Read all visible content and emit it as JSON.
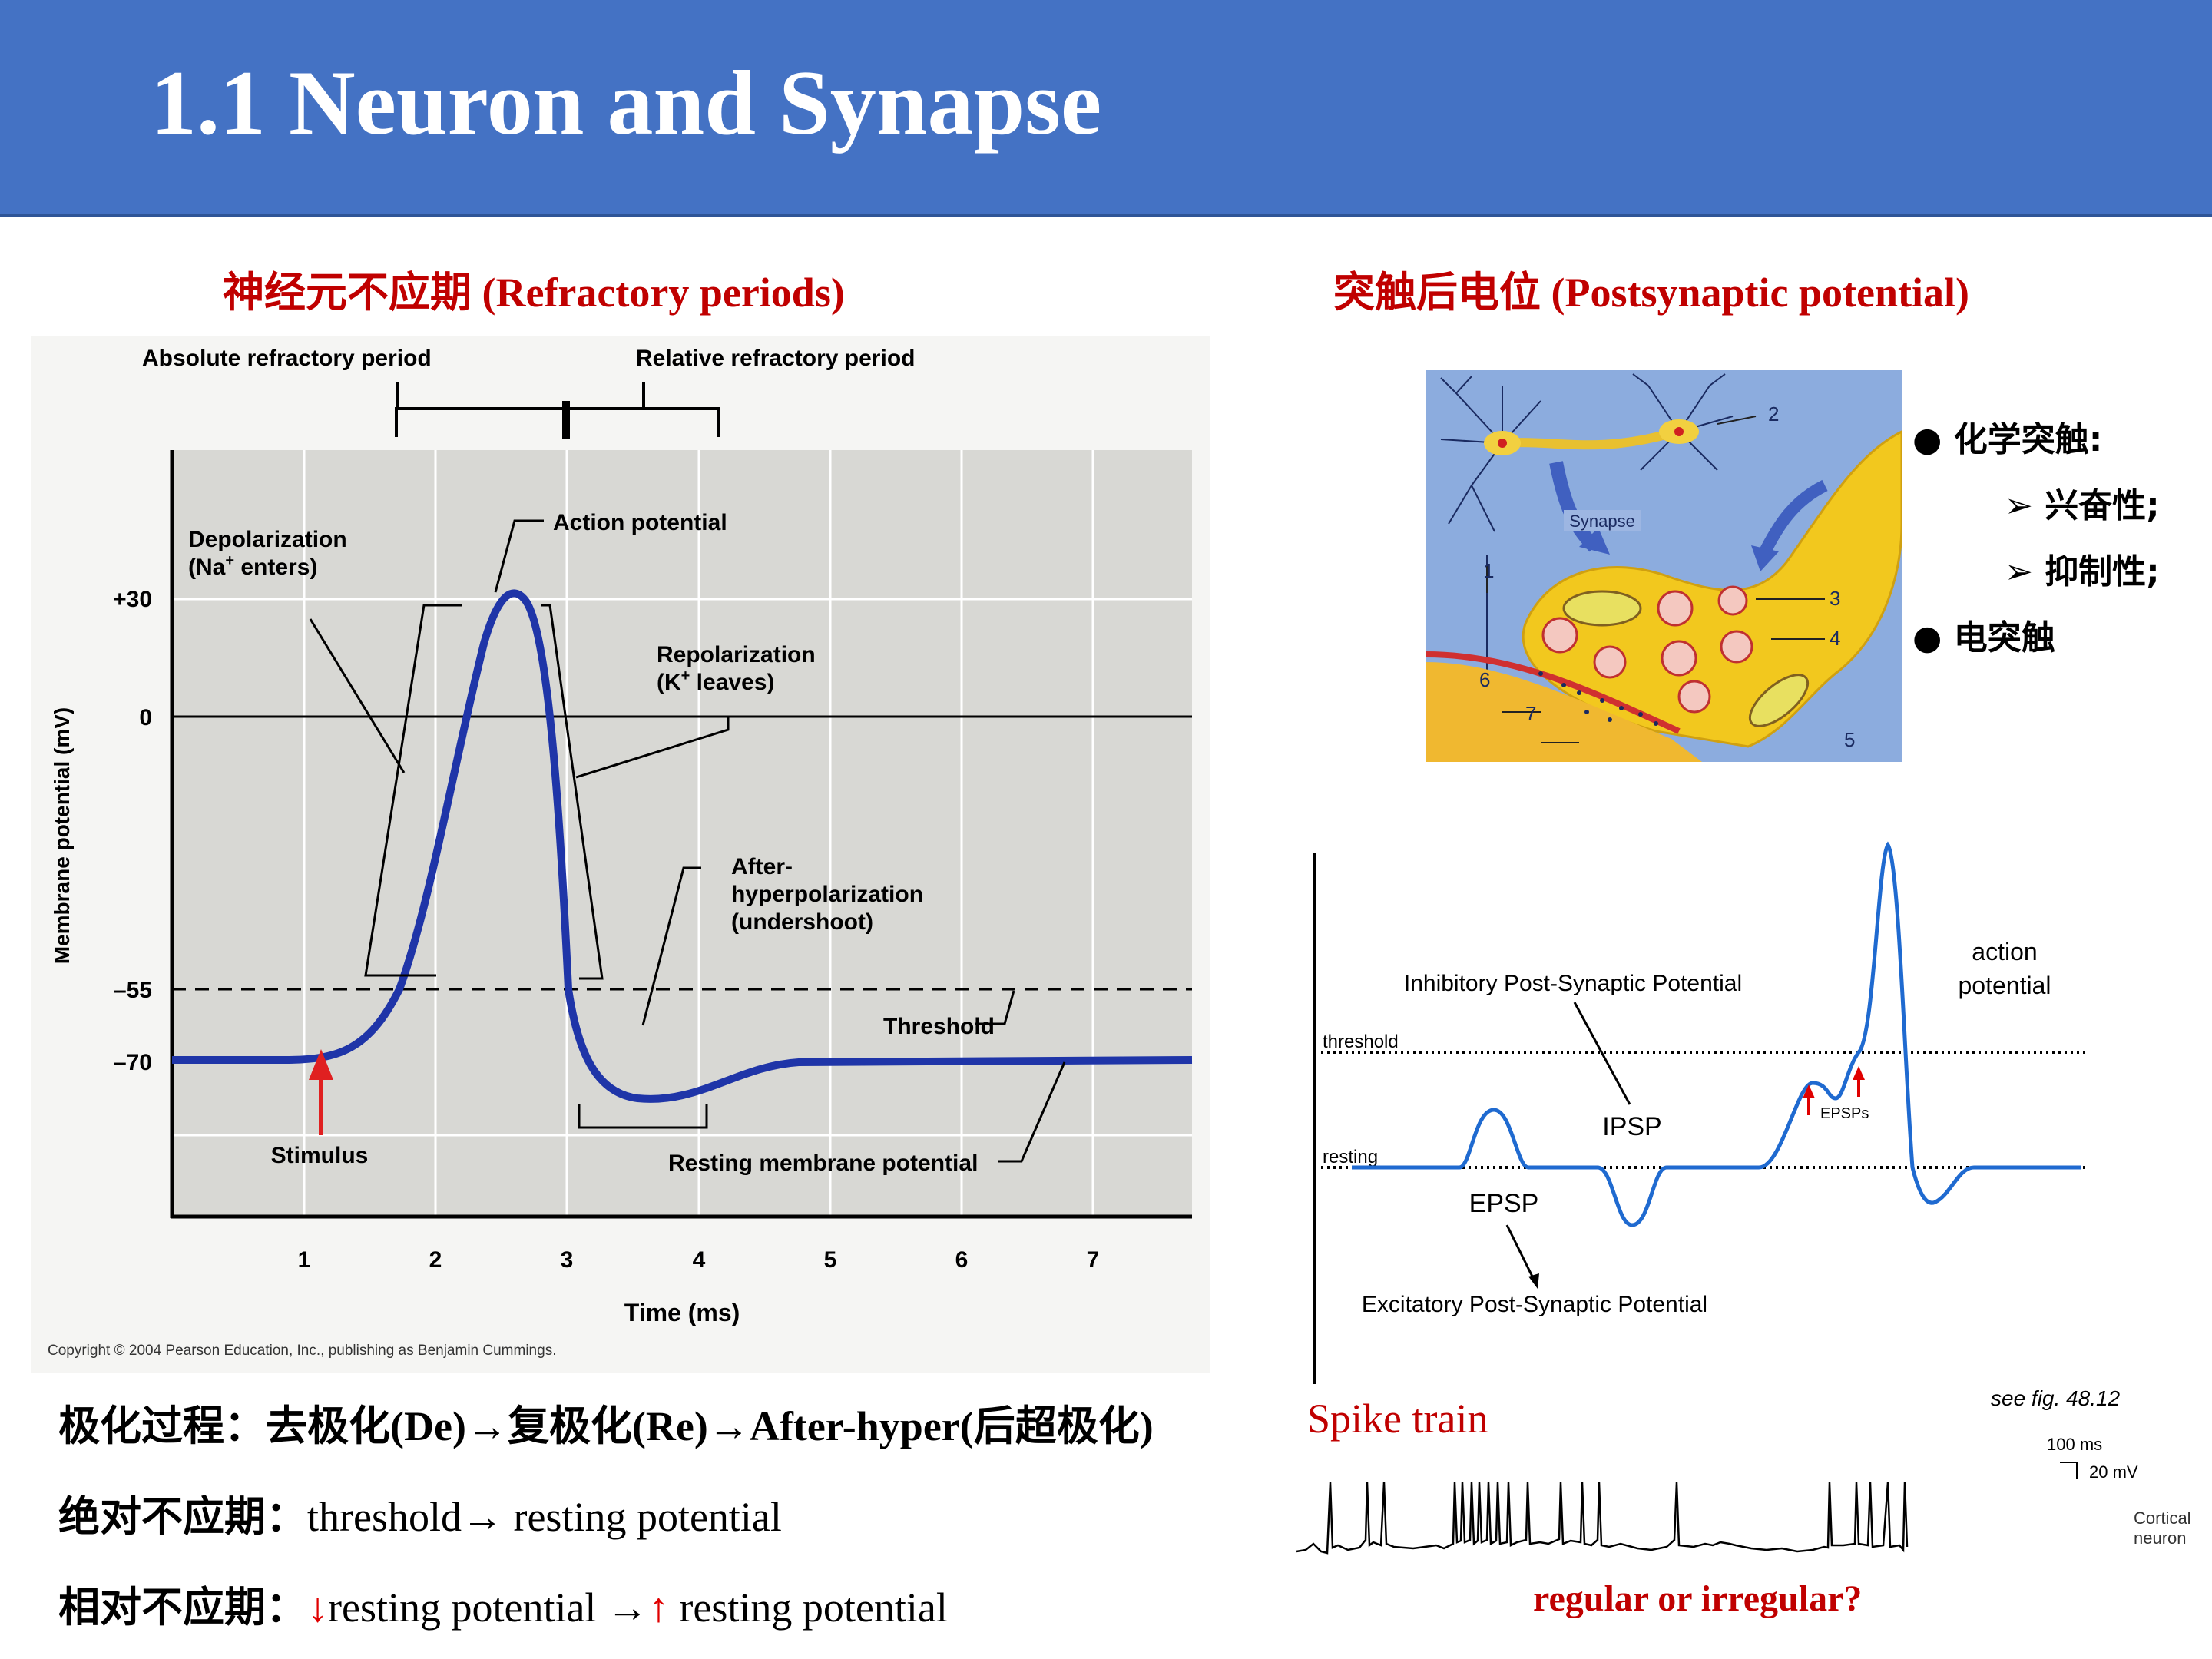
{
  "header": {
    "title": "1.1 Neuron and Synapse"
  },
  "left_section": {
    "title_cn": "神经元不应期",
    "title_en": "(Refractory periods)",
    "figure": {
      "absolute_label": "Absolute refractory period",
      "relative_label": "Relative refractory period",
      "y_axis_label": "Membrane potential (mV)",
      "x_axis_label": "Time (ms)",
      "y_ticks": [
        "+30",
        "0",
        "–55",
        "–70"
      ],
      "x_ticks": [
        "1",
        "2",
        "3",
        "4",
        "5",
        "6",
        "7"
      ],
      "depol_label_1": "Depolarization",
      "depol_label_2a": "(Na",
      "depol_label_2b": "+",
      "depol_label_2c": " enters)",
      "action_label": "Action potential",
      "repol_label_1": "Repolarization",
      "repol_label_2a": "(K",
      "repol_label_2b": "+",
      "repol_label_2c": " leaves)",
      "after_label_1": "After-",
      "after_label_2": "hyperpolarization",
      "after_label_3": "(undershoot)",
      "threshold_label": "Threshold",
      "stimulus_label": "Stimulus",
      "resting_label": "Resting membrane potential",
      "copyright": "Copyright © 2004 Pearson Education, Inc., publishing as Benjamin Cummings."
    }
  },
  "right_section": {
    "title_cn": "突触后电位",
    "title_en": "(Postsynaptic potential)",
    "synapse_figure": {
      "synapse_label": "Synapse",
      "callouts": [
        "1",
        "2",
        "3",
        "4",
        "5",
        "6",
        "7"
      ]
    },
    "bullets": {
      "item1": "化学突触:",
      "sub1": "兴奋性;",
      "sub2": "抑制性;",
      "item2": "电突触"
    },
    "psp_figure": {
      "ipsp_desc": "Inhibitory Post-Synaptic Potential",
      "action_1": "action",
      "action_2": "potential",
      "threshold": "threshold",
      "resting": "resting",
      "ipsp": "IPSP",
      "epsps": "EPSPs",
      "epsp": "EPSP",
      "epsp_desc": "Excitatory Post-Synaptic Potential"
    },
    "spike": {
      "title": "Spike train",
      "see_fig": "see fig. 48.12",
      "scale_time": "100 ms",
      "scale_volt": "20 mV",
      "cortical_1": "Cortical",
      "cortical_2": "neuron",
      "question": "regular or irregular?"
    }
  },
  "bottom": {
    "line1_a": "极化过程：去极化",
    "line1_b": "(De)",
    "line1_c": "复极化",
    "line1_d": "(Re)",
    "line1_e": "After-hyper(",
    "line1_f": "后超极化",
    "line1_g": ")",
    "line2_a": "绝对不应期：",
    "line2_b": "threshold",
    "line2_c": " resting potential",
    "line3_a": "相对不应期：",
    "line3_b": "resting potential ",
    "line3_c": " resting potential"
  }
}
